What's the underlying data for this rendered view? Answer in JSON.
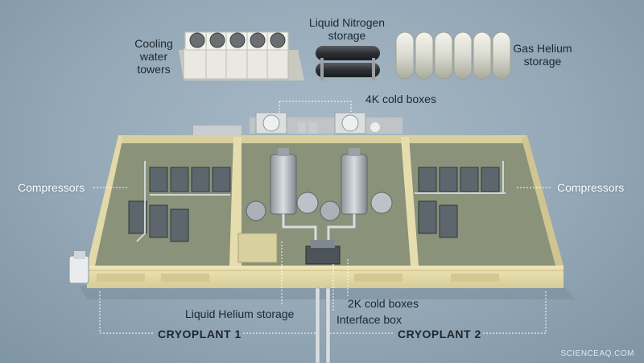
{
  "labels": {
    "cooling_towers": "Cooling\nwater\ntowers",
    "liquid_nitrogen": "Liquid Nitrogen\nstorage",
    "gas_helium": "Gas Helium\nstorage",
    "cold_boxes_4k": "4K cold boxes",
    "compressors_left": "Compressors",
    "compressors_right": "Compressors",
    "liquid_helium": "Liquid Helium storage",
    "cold_boxes_2k": "2K cold boxes",
    "interface_box": "Interface box",
    "cryoplant_1": "CRYOPLANT 1",
    "cryoplant_2": "CRYOPLANT 2"
  },
  "watermark": "SCIENCEAQ.COM",
  "colors": {
    "background": "#94a8b7",
    "building_wall": "#e8dfae",
    "building_floor": "#8e9678",
    "machinery": "#aeb6bd",
    "label_text": "#ffffff",
    "dark_text": "#1d2730"
  }
}
